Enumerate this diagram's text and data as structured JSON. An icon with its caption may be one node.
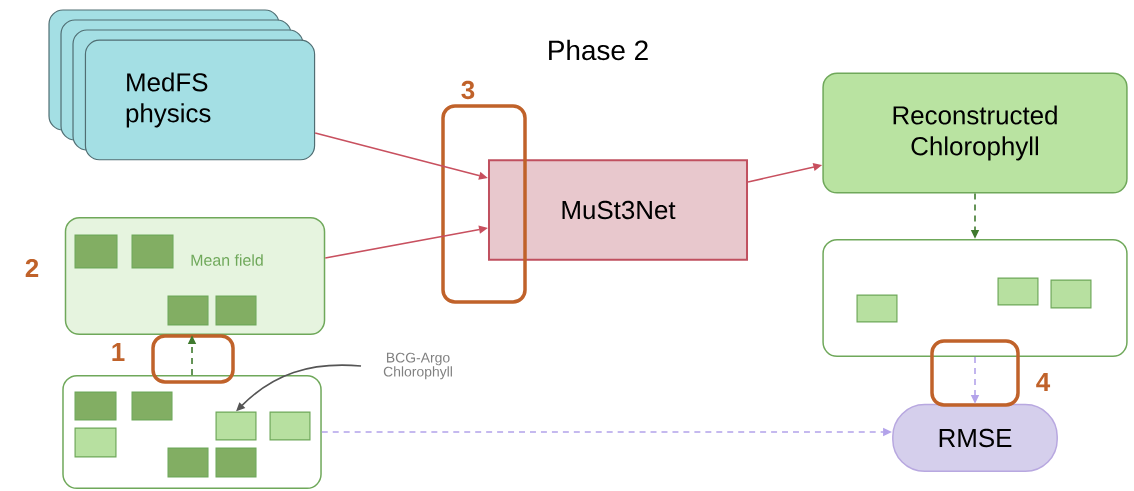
{
  "diagram": {
    "title": "Phase 2",
    "nodes": [
      {
        "text": [
          "MedFS physics"
        ]
      },
      {
        "text": [
          "Mean field"
        ]
      },
      {
        "text": [],
        "shape": "box"
      },
      {
        "text": [
          "MuSt3Net"
        ]
      },
      {
        "text": [
          "Reconstructed Chlorophyll"
        ]
      },
      {
        "text": [],
        "shape": "box"
      },
      {
        "text": [
          "RMSE"
        ]
      },
      {
        "text": [
          "BCG-Argo Chlorophyll"
        ]
      },
      {
        "text": [],
        "shape": "box",
        "in": 2
      },
      {
        "text": [],
        "shape": "box",
        "in": 1
      },
      {
        "text": [],
        "shape": "box",
        "in": 1
      },
      {
        "text": [],
        "shape": "box",
        "in": 1
      },
      {
        "text": [],
        "shape": "box",
        "in": 1
      },
      {
        "text": [],
        "shape": "box",
        "in": 2
      },
      {
        "text": [],
        "shape": "box",
        "in": 2
      },
      {
        "text": [],
        "shape": "box",
        "in": 2
      },
      {
        "text": [],
        "shape": "box",
        "in": 2
      },
      {
        "text": [],
        "shape": "box",
        "in": 2
      },
      {
        "text": [],
        "shape": "box",
        "in": 2
      },
      {
        "text": [],
        "shape": "box",
        "in": 5
      },
      {
        "text": [],
        "shape": "box",
        "in": 5
      },
      {
        "text": [],
        "shape": "box",
        "in": 5
      }
    ],
    "edges": [
      {
        "from": 0,
        "to": 3,
        "arrow": "to",
        "color": "#c8505f"
      },
      {
        "from": 1,
        "to": 3,
        "arrow": "to",
        "color": "#c8505f"
      },
      {
        "from": 3,
        "to": 4,
        "arrow": "to",
        "color": "#c8505f"
      },
      {
        "from": 4,
        "to": 5,
        "arrow": "to",
        "style": "dashed",
        "color": "#3f7a2e"
      },
      {
        "from": 2,
        "to": 1,
        "arrow": "to",
        "style": "dashed",
        "color": "#3f7a2e"
      },
      {
        "from": 2,
        "to": 6,
        "arrow": "to",
        "style": "dashed",
        "color": "#b3a3ea"
      },
      {
        "from": 5,
        "to": 6,
        "arrow": "to",
        "style": "dashed",
        "color": "#b3a3ea"
      },
      {
        "from": 7,
        "to": 8,
        "arrow": "to",
        "color": "#555555"
      }
    ],
    "labels": [
      "3",
      "2",
      "1",
      "4"
    ]
  }
}
